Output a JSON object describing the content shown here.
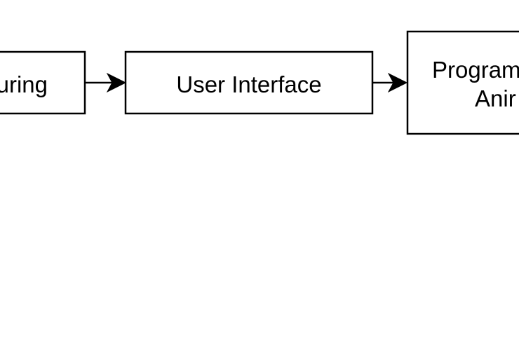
{
  "diagram": {
    "colors": {
      "stroke": "#000000",
      "background": "#ffffff",
      "text": "#000000"
    },
    "nodes": [
      {
        "id": "node-1",
        "label": "uring"
      },
      {
        "id": "node-2",
        "label": "User Interface"
      },
      {
        "id": "node-3",
        "label_line1": "Program",
        "label_line2": "Anir"
      }
    ],
    "edges": [
      {
        "from": "node-1",
        "to": "node-2"
      },
      {
        "from": "node-2",
        "to": "node-3"
      }
    ]
  }
}
